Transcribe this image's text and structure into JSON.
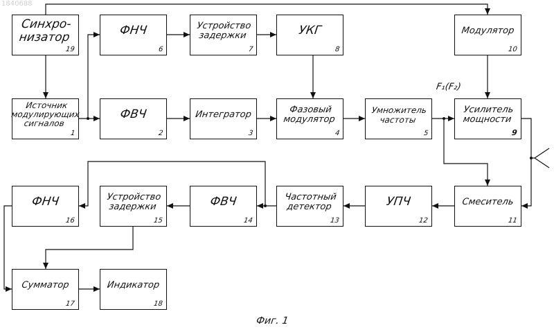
{
  "watermark": "1840688",
  "figure_caption": "Фиг. 1",
  "signal_label": "F₁(F₂)",
  "blocks": {
    "b19": {
      "label": "Синхро-\nнизатор",
      "num": "19"
    },
    "b6": {
      "label": "ФНЧ",
      "num": "6"
    },
    "b7": {
      "label": "Устройство\nзадержки",
      "num": "7"
    },
    "b8": {
      "label": "УКГ",
      "num": "8"
    },
    "b10": {
      "label": "Модулятор",
      "num": "10"
    },
    "b1": {
      "label": "Источник\nмодулирующих\nсигналов",
      "num": "1"
    },
    "b2": {
      "label": "ФВЧ",
      "num": "2"
    },
    "b3": {
      "label": "Интегратор",
      "num": "3"
    },
    "b4": {
      "label": "Фазовый\nмодулятор",
      "num": "4"
    },
    "b5": {
      "label": "Умножитель\nчастоты",
      "num": "5"
    },
    "b9": {
      "label": "Усилитель\nмощности",
      "num": "9"
    },
    "b16": {
      "label": "ФНЧ",
      "num": "16"
    },
    "b15": {
      "label": "Устройство\nзадержки",
      "num": "15"
    },
    "b14": {
      "label": "ФВЧ",
      "num": "14"
    },
    "b13": {
      "label": "Частотный\nдетектор",
      "num": "13"
    },
    "b12": {
      "label": "УПЧ",
      "num": "12"
    },
    "b11": {
      "label": "Смеситель",
      "num": "11"
    },
    "b17": {
      "label": "Сумматор",
      "num": "17"
    },
    "b18": {
      "label": "Индикатор",
      "num": "18"
    }
  }
}
